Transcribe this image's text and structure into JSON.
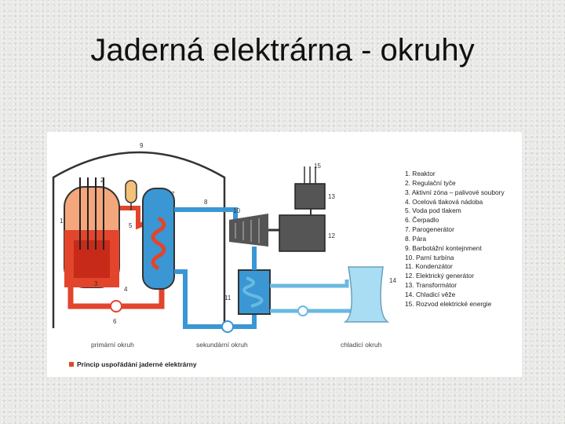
{
  "slide": {
    "title": "Jaderná elektrárna - okruhy"
  },
  "colors": {
    "primary": "#e2452c",
    "core": "#c82a1a",
    "secondary": "#3a97d4",
    "cooling": "#6ab9e2",
    "machinery": "#555555"
  },
  "diagram": {
    "numbers": [
      "1",
      "2",
      "3",
      "4",
      "5",
      "6",
      "7",
      "8",
      "9",
      "10",
      "11",
      "12",
      "13",
      "14",
      "15"
    ],
    "legend": [
      "1. Reaktor",
      "2. Regulační tyče",
      "3. Aktivní zóna – palivové soubory",
      "4. Ocelová tlaková nádoba",
      "5. Voda pod tlakem",
      "6. Čerpadlo",
      "7. Parogenerátor",
      "8. Pára",
      "9. Barbotážní kontejnment",
      "10. Parní turbína",
      "11. Kondenzátor",
      "12. Elektrický generátor",
      "13. Transformátor",
      "14. Chladicí věže",
      "15. Rozvod elektrické energie"
    ],
    "circuit_labels": [
      "primární okruh",
      "sekundární okruh",
      "chladicí okruh"
    ],
    "caption": "Princip uspořádání jaderné elektrárny"
  }
}
